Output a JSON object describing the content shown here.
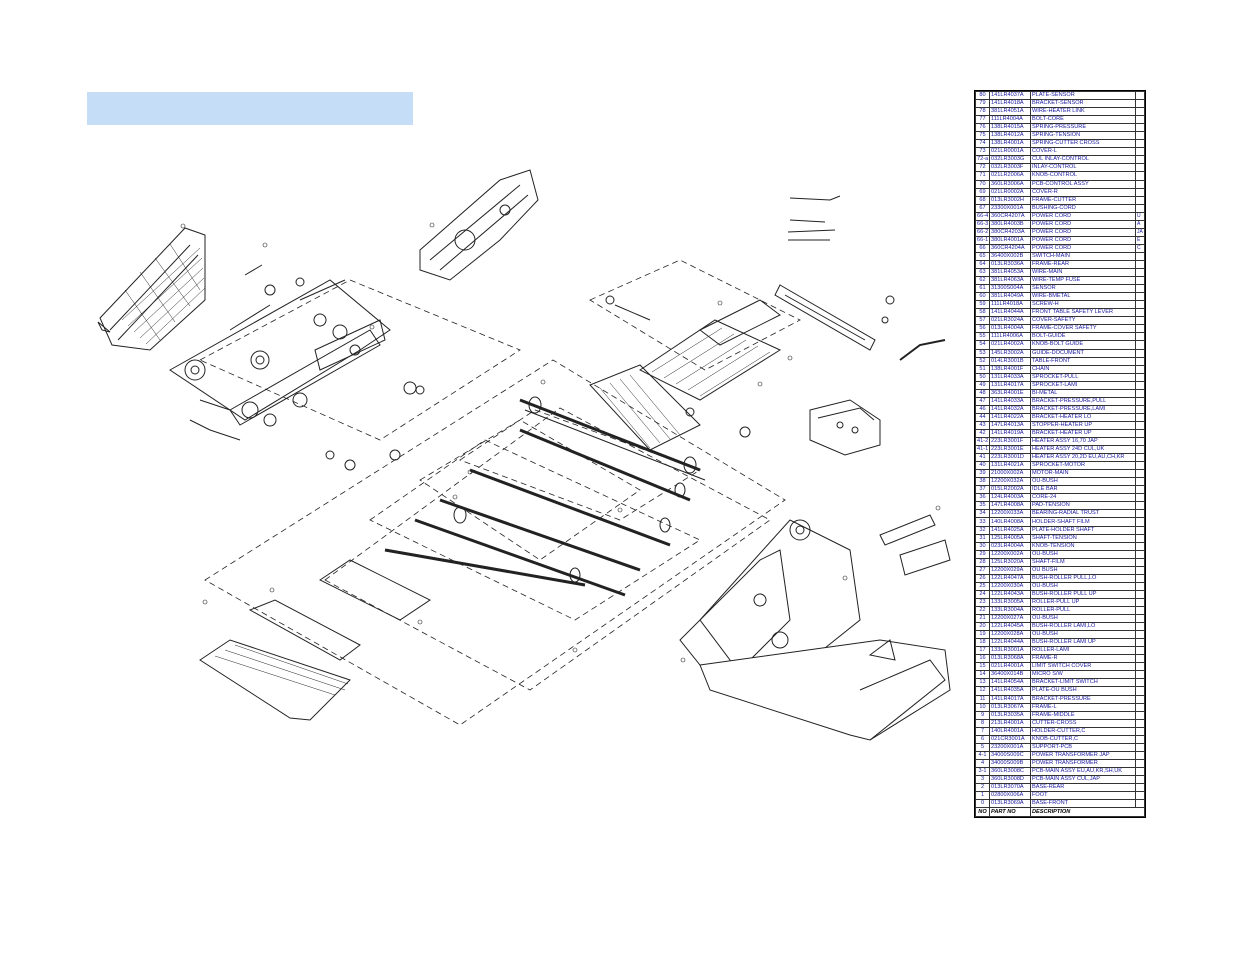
{
  "colors": {
    "title_bar": "#c5ddf7",
    "table_text": "#1a1a9e",
    "line": "#222222"
  },
  "parts_table": {
    "header": {
      "no": "NO",
      "part_no": "PART NO",
      "description": "DESCRIPTION"
    },
    "rows": [
      {
        "no": "80",
        "code": "141LR4037A",
        "desc": "PLATE-SENSOR",
        "note": ""
      },
      {
        "no": "79",
        "code": "141LR4018A",
        "desc": "BRACKET-SENSOR",
        "note": ""
      },
      {
        "no": "78",
        "code": "381LR4051A",
        "desc": "WIRE-HEATER LINK",
        "note": ""
      },
      {
        "no": "77",
        "code": "111LR4004A",
        "desc": "BOLT-CORE",
        "note": ""
      },
      {
        "no": "76",
        "code": "138LR4015A",
        "desc": "SPRING-PRESSURE",
        "note": ""
      },
      {
        "no": "75",
        "code": "138LR4012A",
        "desc": "SPRING-TENSION",
        "note": ""
      },
      {
        "no": "74",
        "code": "138LR4001A",
        "desc": "SPRING-CUTTER CROSS",
        "note": ""
      },
      {
        "no": "73",
        "code": "021LR0001A",
        "desc": "COVER-L",
        "note": ""
      },
      {
        "no": "72-a",
        "code": "032LR3003G",
        "desc": "CUL INLAY-CONTROL",
        "note": ""
      },
      {
        "no": "72",
        "code": "032LR3003F",
        "desc": "INLAY-CONTROL",
        "note": ""
      },
      {
        "no": "71",
        "code": "021LR2006A",
        "desc": "KNOB-CONTROL",
        "note": ""
      },
      {
        "no": "70",
        "code": "360LR3006A",
        "desc": "PCB-CONTROL ASSY",
        "note": ""
      },
      {
        "no": "69",
        "code": "021LR0002A",
        "desc": "COVER-R",
        "note": ""
      },
      {
        "no": "68",
        "code": "013LR3002H",
        "desc": "FRAME-CUTTER",
        "note": ""
      },
      {
        "no": "67",
        "code": "23300X001A",
        "desc": "BUSHING-CORD",
        "note": ""
      },
      {
        "no": "66-4",
        "code": "360CR4207A",
        "desc": "POWER CORD",
        "note": "U"
      },
      {
        "no": "66-3",
        "code": "380LR4003B",
        "desc": "POWER CORD",
        "note": "A"
      },
      {
        "no": "66-2",
        "code": "380CR4203A",
        "desc": "POWER CORD",
        "note": "JA"
      },
      {
        "no": "66-1",
        "code": "380LR4001A",
        "desc": "POWER CORD",
        "note": "E"
      },
      {
        "no": "66",
        "code": "360CR4204A",
        "desc": "POWER CORD",
        "note": "C"
      },
      {
        "no": "65",
        "code": "36400X002B",
        "desc": "SWITCH-MAIN",
        "note": ""
      },
      {
        "no": "64",
        "code": "013LR3036A",
        "desc": "FRAME-REAR",
        "note": ""
      },
      {
        "no": "63",
        "code": "381LR4053A",
        "desc": "WIRE-MAIN",
        "note": ""
      },
      {
        "no": "62",
        "code": "381LR4063A",
        "desc": "WIRE-TEMP FUSE",
        "note": ""
      },
      {
        "no": "61",
        "code": "31300S004A",
        "desc": "SENSOR",
        "note": ""
      },
      {
        "no": "60",
        "code": "381LR4049A",
        "desc": "WIRE-BMETAL",
        "note": ""
      },
      {
        "no": "59",
        "code": "111LR4018A",
        "desc": "SCREW-H",
        "note": ""
      },
      {
        "no": "58",
        "code": "141LR4044A",
        "desc": "FRONT TABLE SAFETY LEVER",
        "note": ""
      },
      {
        "no": "57",
        "code": "021LR3024A",
        "desc": "COVER-SAFETY",
        "note": ""
      },
      {
        "no": "56",
        "code": "013LR4004A",
        "desc": "FRAME-COVER SAFETY",
        "note": ""
      },
      {
        "no": "55",
        "code": "111LR4006A",
        "desc": "BOLT-GUIDE",
        "note": ""
      },
      {
        "no": "54",
        "code": "021LR4002A",
        "desc": "KNOB-BOLT GUIDE",
        "note": ""
      },
      {
        "no": "53",
        "code": "145LR3002A",
        "desc": "GUIDE-DOCUMENT",
        "note": ""
      },
      {
        "no": "52",
        "code": "014LR3001B",
        "desc": "TABLE-FRONT",
        "note": ""
      },
      {
        "no": "51",
        "code": "138LR4001F",
        "desc": "CHAIN",
        "note": ""
      },
      {
        "no": "50",
        "code": "131LR4033A",
        "desc": "SPROCKET-PULL",
        "note": ""
      },
      {
        "no": "49",
        "code": "131LR4017A",
        "desc": "SPROCKET-LAMI",
        "note": ""
      },
      {
        "no": "48",
        "code": "363LR4001E",
        "desc": "BI-METAL",
        "note": ""
      },
      {
        "no": "47",
        "code": "141LR4033A",
        "desc": "BRACKET-PRESSURE,PULL",
        "note": ""
      },
      {
        "no": "46",
        "code": "141LR4032A",
        "desc": "BRACKET-PRESSURE,LAMI",
        "note": ""
      },
      {
        "no": "44",
        "code": "141LR4022A",
        "desc": "BRACKET-HEATER LO",
        "note": ""
      },
      {
        "no": "43",
        "code": "147LR4013A",
        "desc": "STOPPER-HEATER UP",
        "note": ""
      },
      {
        "no": "42",
        "code": "141LR4019A",
        "desc": "BRACKET-HEATER UP",
        "note": ""
      },
      {
        "no": "41-2",
        "code": "223LR3001F",
        "desc": "HEATER ASSY 16,70 JAP",
        "note": ""
      },
      {
        "no": "41-1",
        "code": "223LR3001E",
        "desc": "HEATER ASSY 24D CUL,UK",
        "note": ""
      },
      {
        "no": "41",
        "code": "223LR3001D",
        "desc": "HEATER ASSY 20,2D EU,AU,CH,KR",
        "note": ""
      },
      {
        "no": "40",
        "code": "131LR4021A",
        "desc": "SPROCKET-MOTOR",
        "note": ""
      },
      {
        "no": "39",
        "code": "21000X002A",
        "desc": "MOTOR-MAIN",
        "note": ""
      },
      {
        "no": "38",
        "code": "12200X032A",
        "desc": "OU-BUSH",
        "note": ""
      },
      {
        "no": "37",
        "code": "015LR2002A",
        "desc": "IDLE BAR",
        "note": ""
      },
      {
        "no": "36",
        "code": "124LR4003A",
        "desc": "CORE-24",
        "note": ""
      },
      {
        "no": "35",
        "code": "147LR4008A",
        "desc": "PAD-TENSION",
        "note": ""
      },
      {
        "no": "34",
        "code": "12200X033A",
        "desc": "BEARING-RADIAL TRUST",
        "note": ""
      },
      {
        "no": "33",
        "code": "140LR4008A",
        "desc": "HOLDER-SHAFT FILM",
        "note": ""
      },
      {
        "no": "32",
        "code": "141LR4025A",
        "desc": "PLATE-HOLDER SHAFT",
        "note": ""
      },
      {
        "no": "31",
        "code": "125LR4005A",
        "desc": "SHAFT-TENSION",
        "note": ""
      },
      {
        "no": "30",
        "code": "023LR4004A",
        "desc": "KNOB-TENSION",
        "note": ""
      },
      {
        "no": "29",
        "code": "12200X002A",
        "desc": "OU-BUSH",
        "note": ""
      },
      {
        "no": "28",
        "code": "125LR3020A",
        "desc": "SHAFT-FILM",
        "note": ""
      },
      {
        "no": "27",
        "code": "12200X029A",
        "desc": "OU BUSH",
        "note": ""
      },
      {
        "no": "26",
        "code": "122LR4047A",
        "desc": "BUSH-ROLLER PULL,LO",
        "note": ""
      },
      {
        "no": "25",
        "code": "12200X030A",
        "desc": "OU-BUSH",
        "note": ""
      },
      {
        "no": "24",
        "code": "122LR4043A",
        "desc": "BUSH-ROLLER PULL UP",
        "note": ""
      },
      {
        "no": "23",
        "code": "133LR3005A",
        "desc": "ROLLER-PULL UP",
        "note": ""
      },
      {
        "no": "22",
        "code": "133LR3004A",
        "desc": "ROLLER-PULL",
        "note": ""
      },
      {
        "no": "21",
        "code": "12200X027A",
        "desc": "OU-BUSH",
        "note": ""
      },
      {
        "no": "20",
        "code": "122LR4045A",
        "desc": "BUSH-ROLLER LAMI,LO",
        "note": ""
      },
      {
        "no": "19",
        "code": "12200X028A",
        "desc": "OU-BUSH",
        "note": ""
      },
      {
        "no": "18",
        "code": "122LR4044A",
        "desc": "BUSH-ROLLER LAMI UP",
        "note": ""
      },
      {
        "no": "17",
        "code": "133LR3001A",
        "desc": "ROLLER-LAMI",
        "note": ""
      },
      {
        "no": "16",
        "code": "013LR3068A",
        "desc": "FRAME-R",
        "note": ""
      },
      {
        "no": "15",
        "code": "021LR4001A",
        "desc": "LIMIT SWITCH COVER",
        "note": ""
      },
      {
        "no": "14",
        "code": "36400X014B",
        "desc": "MICRO S/W",
        "note": ""
      },
      {
        "no": "13",
        "code": "141LR4054A",
        "desc": "BRACKET-LIMIT SWITCH",
        "note": ""
      },
      {
        "no": "12",
        "code": "141LR4035A",
        "desc": "PLATE-OU BUSH",
        "note": ""
      },
      {
        "no": "11",
        "code": "141LR4017A",
        "desc": "BRACKET-PRESSURE",
        "note": ""
      },
      {
        "no": "10",
        "code": "013LR3067A",
        "desc": "FRAME-L",
        "note": ""
      },
      {
        "no": "9",
        "code": "013LR3035A",
        "desc": "FRAME-MIDDLE",
        "note": ""
      },
      {
        "no": "8",
        "code": "213LR4001A",
        "desc": "CUTTER-CROSS",
        "note": ""
      },
      {
        "no": "7",
        "code": "140LR4001A",
        "desc": "HOLDER-CUTTER,C",
        "note": ""
      },
      {
        "no": "6",
        "code": "021CR3001A",
        "desc": "KNOB-CUTTER,C",
        "note": ""
      },
      {
        "no": "5",
        "code": "23200X001A",
        "desc": "SUPPORT-PCB",
        "note": ""
      },
      {
        "no": "4-1",
        "code": "34000S009C",
        "desc": "POWER TRANSFORMER JAP",
        "note": ""
      },
      {
        "no": "4",
        "code": "34000S009B",
        "desc": "POWER TRANSFORMER",
        "note": ""
      },
      {
        "no": "3-1",
        "code": "360LR3008C",
        "desc": "PCB-MAIN ASSY EU,AU,KR,SH,UK",
        "note": ""
      },
      {
        "no": "3",
        "code": "360LR3008D",
        "desc": "PCB-MAIN ASSY CUL,JAP",
        "note": ""
      },
      {
        "no": "2",
        "code": "013LR3070A",
        "desc": "BASE-REAR",
        "note": ""
      },
      {
        "no": "1",
        "code": "02800X006A",
        "desc": "FOOT",
        "note": ""
      },
      {
        "no": "0",
        "code": "013LR3069A",
        "desc": "BASE-FRONT",
        "note": ""
      }
    ]
  }
}
